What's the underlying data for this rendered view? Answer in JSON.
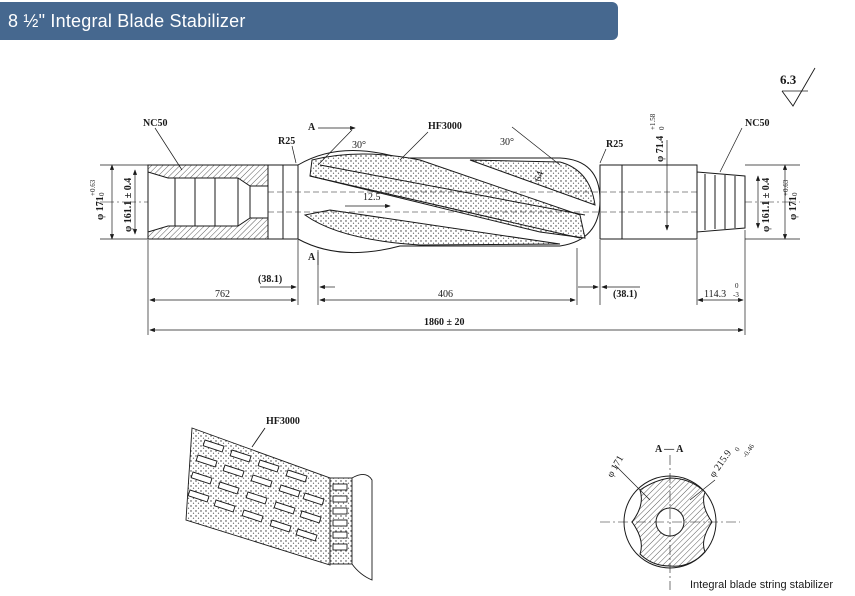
{
  "header": {
    "title": "8 ½\" Integral Blade Stabilizer"
  },
  "drawing": {
    "labels": {
      "nc50_left": "NC50",
      "nc50_right": "NC50",
      "r25_left": "R25",
      "r25_right": "R25",
      "hf3000_main": "HF3000",
      "hf3000_detail": "HF3000",
      "angle_left": "30°",
      "angle_right": "30°",
      "blade_width": "12.5",
      "blade_gap": "64",
      "section_a_top": "A",
      "section_a_bottom": "A",
      "section_view_title": "A — A",
      "surface_finish": "6.3"
    },
    "dimensions": {
      "d171_left": "φ 171",
      "d171_left_tol": "+0.63",
      "d171_left_tol2": "0",
      "d161_left": "φ 161.1 ± 0.4",
      "d714": "φ 71.4",
      "d714_tol": "+1.58",
      "d714_tol2": "0",
      "d161_right": "φ 161.1 ± 0.4",
      "d171_right": "φ 171",
      "d171_right_tol": "+0.63",
      "d171_right_tol2": "0",
      "len_381_left": "(38.1)",
      "len_762": "762",
      "len_406": "406",
      "len_381_right": "(38.1)",
      "len_1143": "114.3",
      "len_1143_tol": "0",
      "len_1143_tol2": "-3",
      "len_total": "1860 ± 20",
      "sec_d171": "φ 171",
      "sec_d215": "φ 215.9",
      "sec_d215_tol": "0",
      "sec_d215_tol2": "-0.46"
    }
  },
  "caption": "Integral blade string  stabilizer",
  "colors": {
    "header_bg": "#46688f",
    "line": "#1a1a1a"
  }
}
